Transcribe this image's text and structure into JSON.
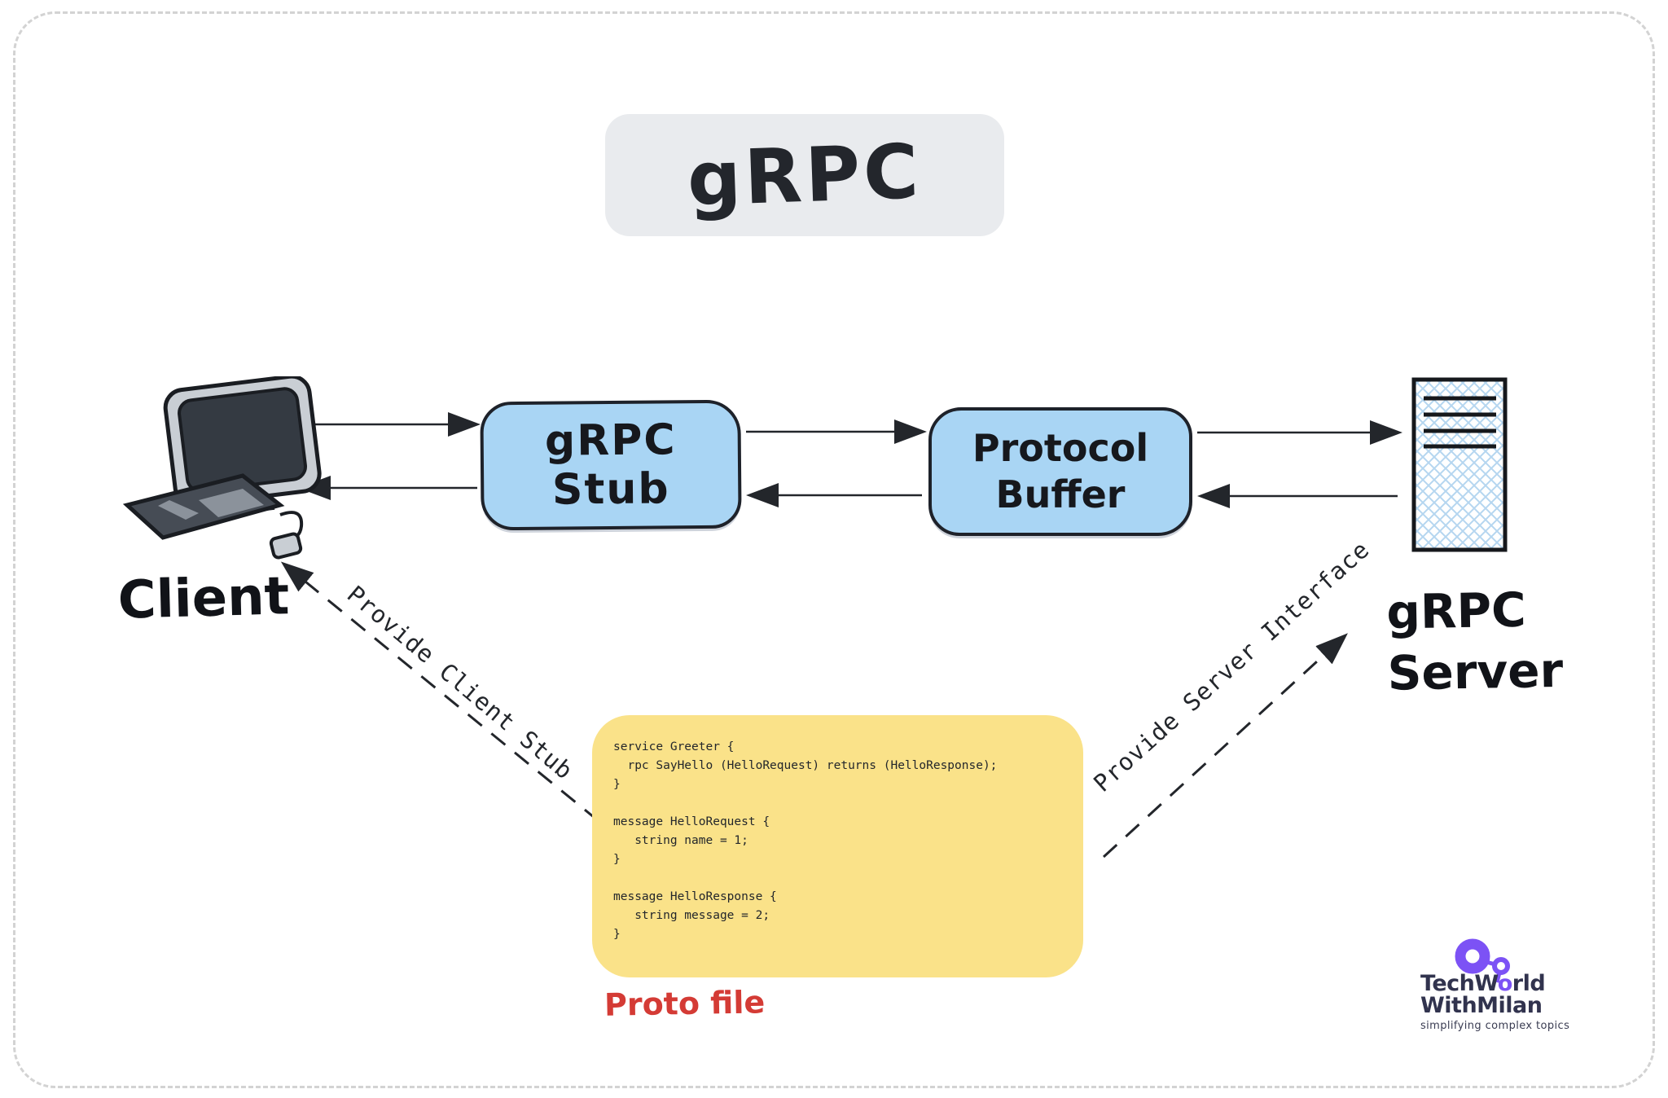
{
  "title": "gRPC",
  "nodes": {
    "client": {
      "label": "Client"
    },
    "grpc_stub": {
      "label": "gRPC Stub"
    },
    "protocol_buffer": {
      "label": "Protocol Buffer"
    },
    "grpc_server": {
      "label": "gRPC\nServer"
    }
  },
  "edges": {
    "solid_bidirectional": [
      {
        "from": "Client",
        "to": "gRPC Stub"
      },
      {
        "from": "gRPC Stub",
        "to": "Protocol Buffer"
      },
      {
        "from": "Protocol Buffer",
        "to": "gRPC Server"
      }
    ],
    "dashed": [
      {
        "from": "Proto file",
        "to": "Client",
        "label": "Provide Client Stub"
      },
      {
        "from": "Proto file",
        "to": "gRPC Server",
        "label": "Provide Server Interface"
      }
    ]
  },
  "proto_file": {
    "caption": "Proto file",
    "code": "service Greeter {\n  rpc SayHello (HelloRequest) returns (HelloResponse);\n}\n\nmessage HelloRequest {\n   string name = 1;\n}\n\nmessage HelloResponse {\n   string message = 2;\n}"
  },
  "logo": {
    "brand_line1_pre": "TechW",
    "brand_line1_o": "o",
    "brand_line1_post": "rld",
    "brand_line2": "WithMilan",
    "tagline": "simplifying complex topics"
  },
  "colors": {
    "node_fill": "#a9d5f4",
    "node_border": "#1e222a",
    "title_fill": "#e9ebee",
    "proto_fill": "#fae289",
    "caption_red": "#d43b35",
    "logo_purple": "#7c52f5",
    "logo_navy": "#31334e"
  }
}
